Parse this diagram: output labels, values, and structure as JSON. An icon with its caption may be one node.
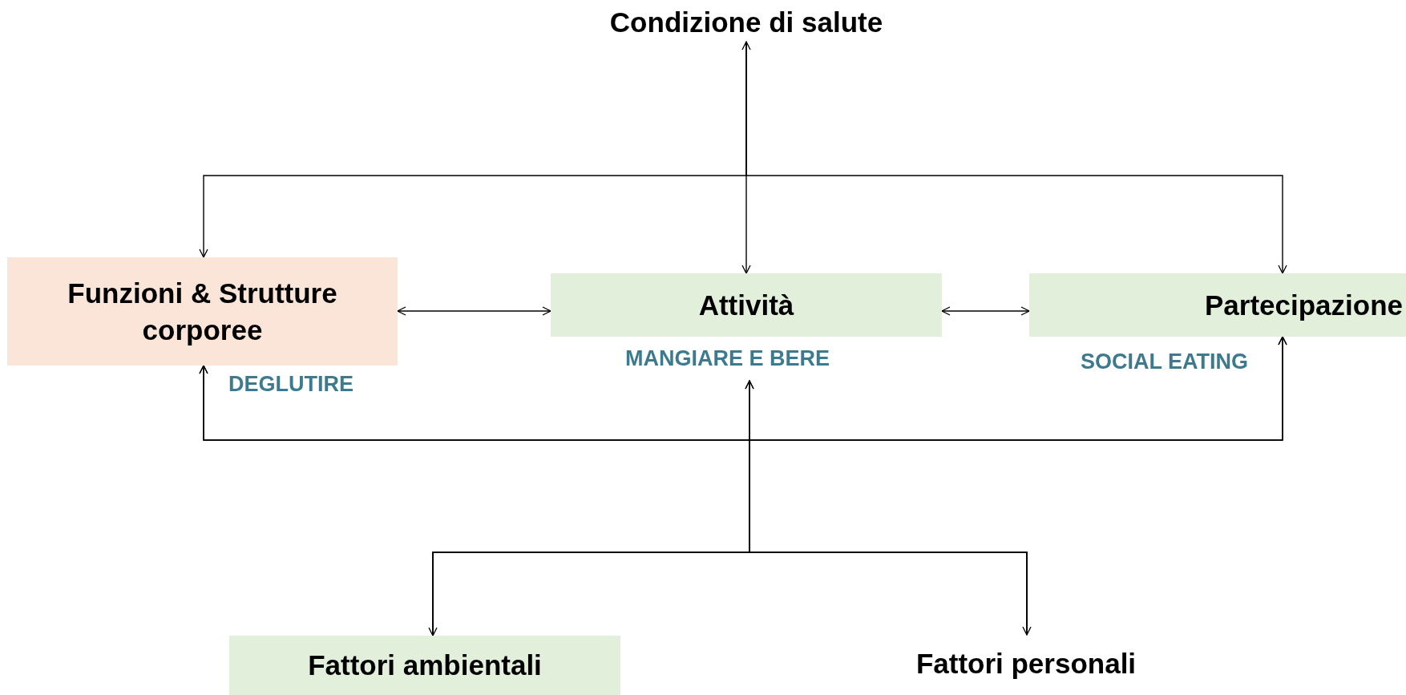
{
  "diagram": {
    "nodes": [
      {
        "text": [
          "Condizione di salute"
        ]
      },
      {
        "text": [
          "Funzioni & Strutture corporee"
        ],
        "beside": [
          "DEGLUTIRE"
        ]
      },
      {
        "text": [
          "Attività"
        ],
        "beside": [
          "MANGIARE E BERE"
        ]
      },
      {
        "text": [
          "Partecipazione"
        ],
        "beside": [
          "SOCIAL EATING"
        ]
      },
      {
        "text": [
          "Fattori ambientali"
        ]
      },
      {
        "text": [
          "Fattori personali"
        ]
      }
    ],
    "edges": [
      {
        "from": 0,
        "to": 2,
        "arrow": "both"
      },
      {
        "from": 0,
        "to": 1,
        "arrow": "to"
      },
      {
        "from": 0,
        "to": 3,
        "arrow": "to"
      },
      {
        "from": 1,
        "to": 2,
        "arrow": "both"
      },
      {
        "from": 2,
        "to": 3,
        "arrow": "both"
      },
      {
        "from": 4,
        "to": 2,
        "arrow": "both"
      },
      {
        "from": 5,
        "to": 2,
        "arrow": "both"
      },
      {
        "from": 4,
        "to": 1,
        "arrow": "to"
      },
      {
        "from": 4,
        "to": 3,
        "arrow": "to"
      },
      {
        "from": 5,
        "to": 1,
        "arrow": "to"
      },
      {
        "from": 5,
        "to": 3,
        "arrow": "to"
      }
    ]
  }
}
